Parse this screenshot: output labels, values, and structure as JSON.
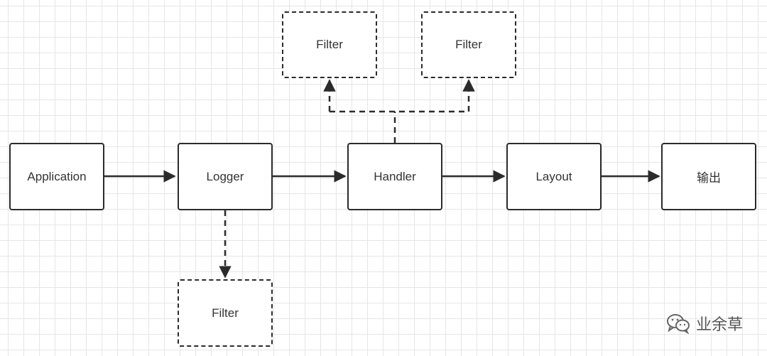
{
  "nodes": {
    "application": "Application",
    "logger": "Logger",
    "handler": "Handler",
    "layout": "Layout",
    "output": "输出",
    "filter_top_left": "Filter",
    "filter_top_right": "Filter",
    "filter_bottom": "Filter"
  },
  "edges": [
    {
      "from": "application",
      "to": "logger",
      "style": "solid"
    },
    {
      "from": "logger",
      "to": "handler",
      "style": "solid"
    },
    {
      "from": "handler",
      "to": "layout",
      "style": "solid"
    },
    {
      "from": "layout",
      "to": "output",
      "style": "solid"
    },
    {
      "from": "logger",
      "to": "filter_bottom",
      "style": "dashed"
    },
    {
      "from": "handler",
      "to": "filter_top_left",
      "style": "dashed"
    },
    {
      "from": "handler",
      "to": "filter_top_right",
      "style": "dashed"
    }
  ],
  "watermark": {
    "text": "业余草",
    "icon": "wechat-icon"
  },
  "colors": {
    "stroke": "#2b2b2b",
    "grid": "#e6e6e6",
    "text": "#333333"
  }
}
